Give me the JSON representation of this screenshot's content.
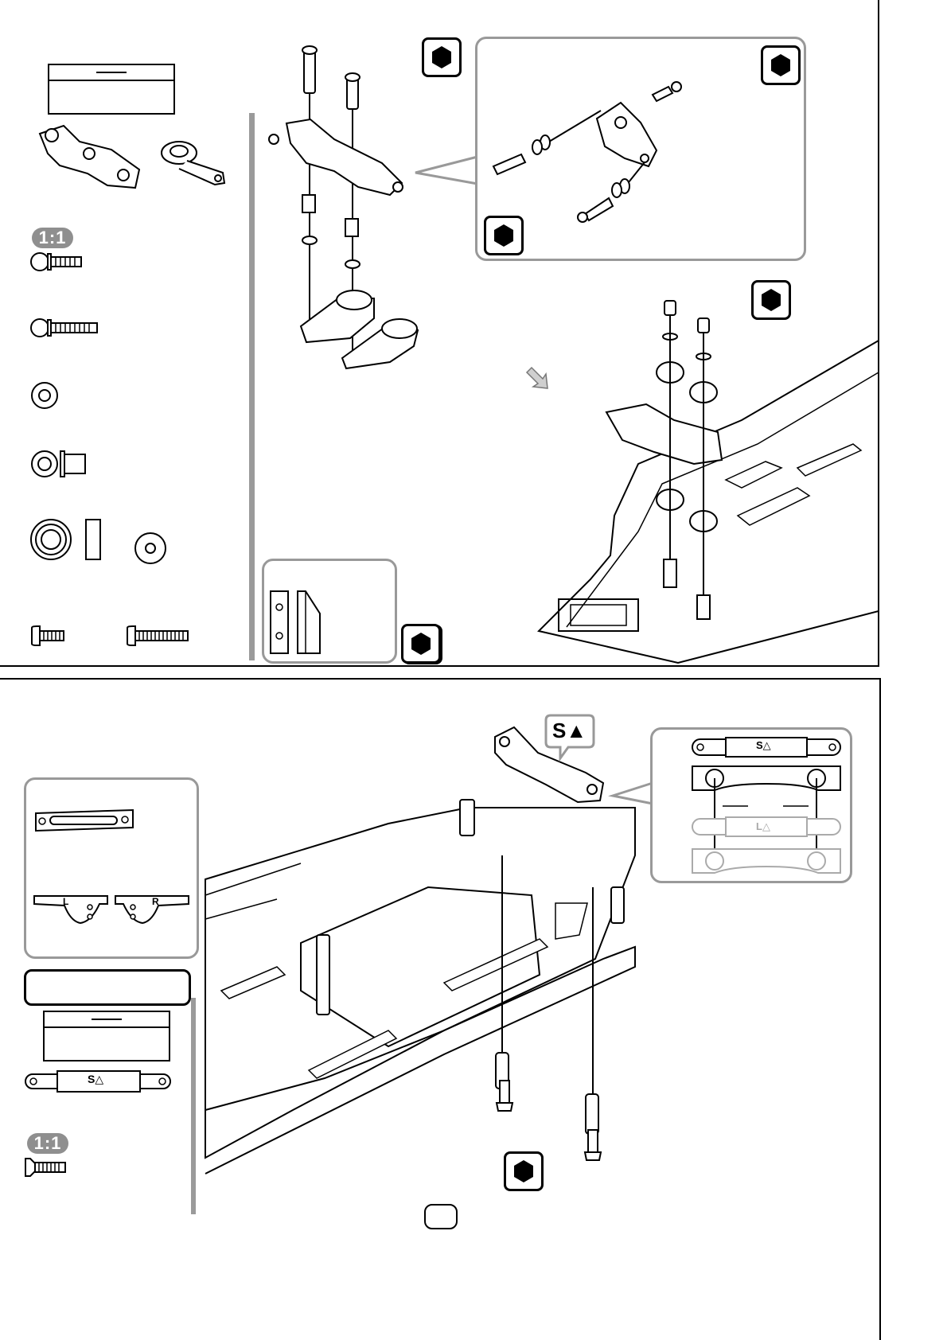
{
  "scale_badges": [
    "1:1",
    "1:1"
  ],
  "callout_mark": "S▲",
  "part_markings": {
    "spacer_top": "S△",
    "spacer_bottom": "S△",
    "spacer_ghost": "L△",
    "mount_left": "L",
    "mount_right": "R"
  },
  "icons": {
    "tool": "hex-wrench-icon",
    "arrow": "diagonal-arrow-icon"
  },
  "colors": {
    "line": "#000000",
    "panel_border": "#999999",
    "badge": "#8f8f8f"
  }
}
